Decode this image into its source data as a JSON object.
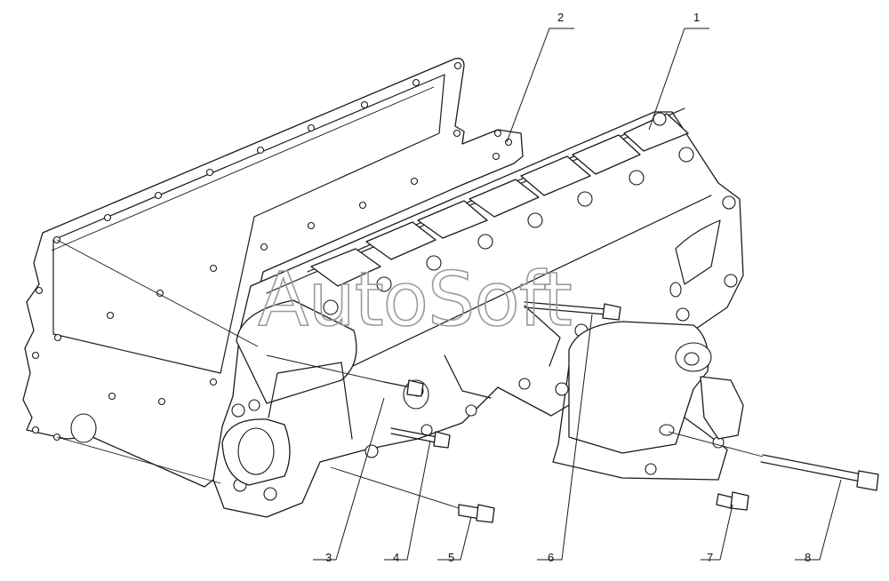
{
  "watermark": "AutoSoft",
  "callouts": [
    {
      "id": "1",
      "label": "1"
    },
    {
      "id": "2",
      "label": "2"
    },
    {
      "id": "3",
      "label": "3"
    },
    {
      "id": "4",
      "label": "4"
    },
    {
      "id": "5",
      "label": "5"
    },
    {
      "id": "6",
      "label": "6"
    },
    {
      "id": "7",
      "label": "7"
    },
    {
      "id": "8",
      "label": "8"
    }
  ],
  "colors": {
    "line": "#1a1a1a",
    "background": "#ffffff",
    "watermark": "#9a9a9a"
  }
}
